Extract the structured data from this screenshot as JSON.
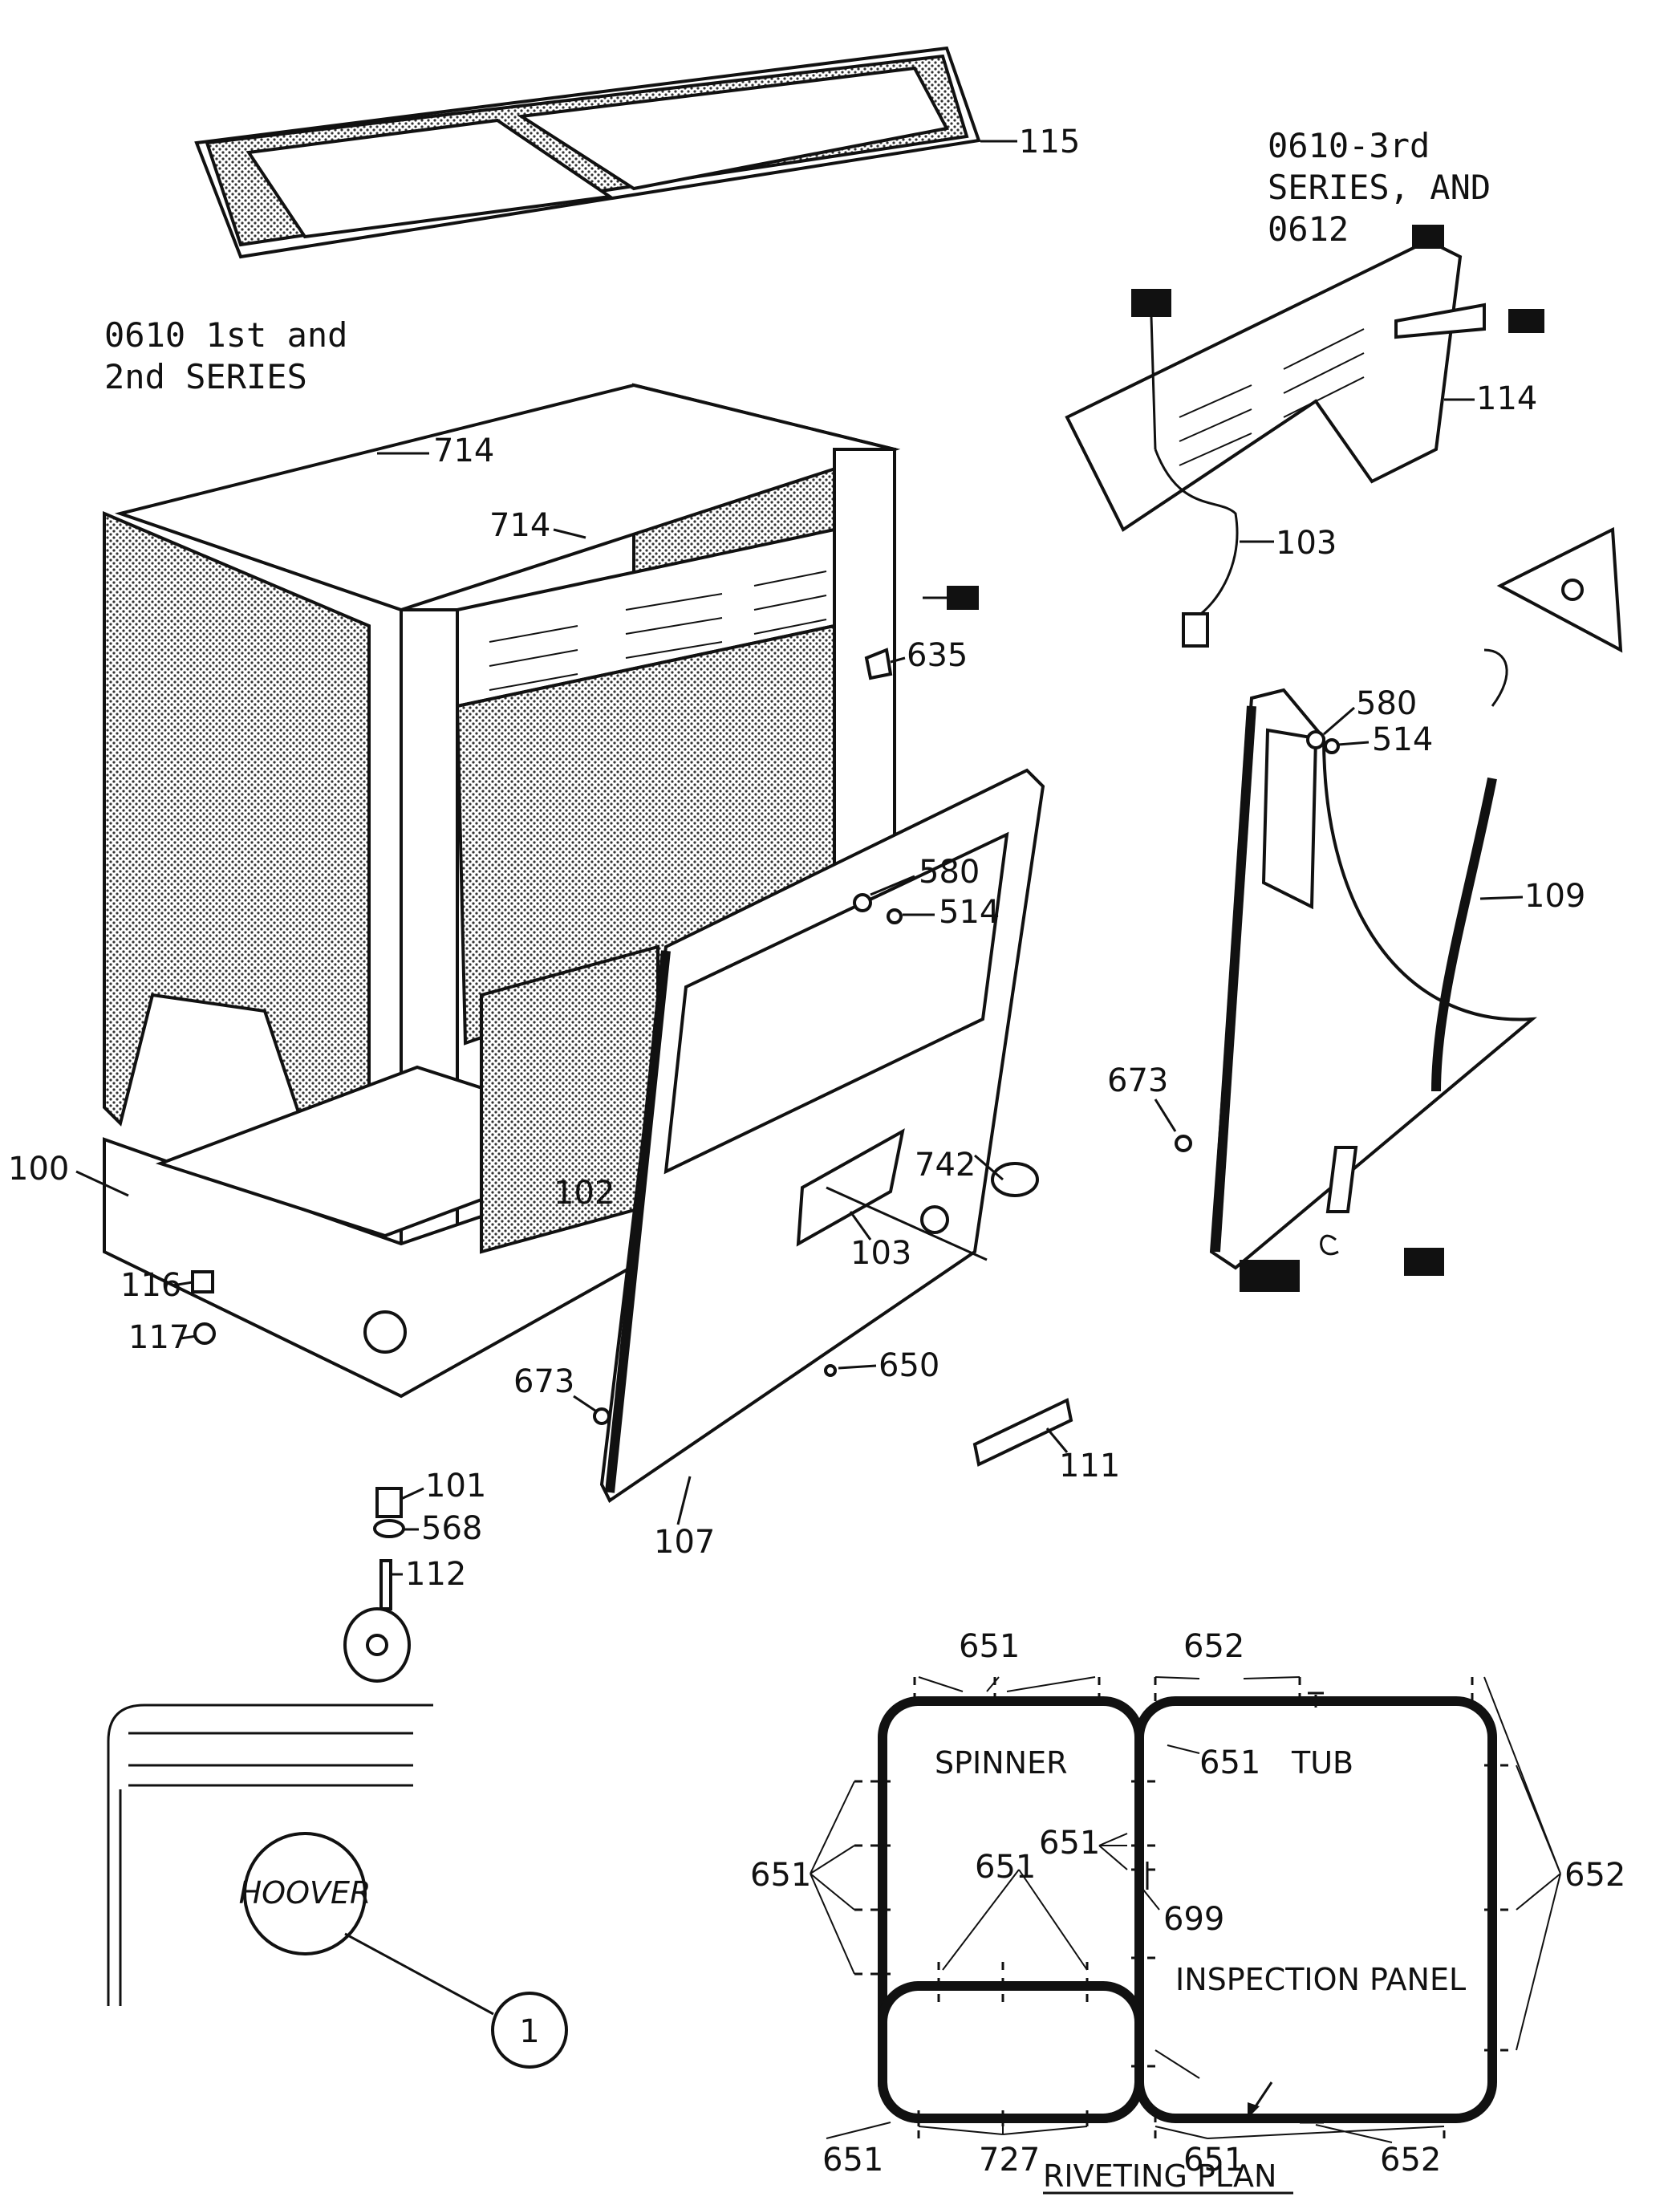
{
  "headings": {
    "series_12": [
      "0610 1st and",
      "2nd SERIES"
    ],
    "series_3": [
      "0610-3rd",
      "SERIES, AND",
      "0612"
    ]
  },
  "part_labels": {
    "p115": "115",
    "p714a": "714",
    "p714b": "714",
    "p635": "635",
    "p114": "114",
    "p103a": "103",
    "p580a": "580",
    "p514a": "514",
    "p580b": "580",
    "p514b": "514",
    "p109": "109",
    "p100": "100",
    "p102": "102",
    "p742": "742",
    "p103b": "103",
    "p116": "116",
    "p117": "117",
    "p673a": "673",
    "p650": "650",
    "p673b": "673",
    "p111": "111",
    "p101": "101",
    "p568": "568",
    "p112": "112",
    "p107": "107",
    "p1": "1",
    "logo": "HOOVER"
  },
  "riveting_plan": {
    "title": "RIVETING PLAN",
    "spinner": "SPINNER",
    "tub": "TUB",
    "inspection": "INSPECTION PANEL",
    "r651_top": "651",
    "r652_top": "652",
    "r651_mid": "651",
    "r651_center": "651",
    "r699": "699",
    "r651_left": "651",
    "r651_low": "651",
    "r652_right": "652",
    "r651_bl": "651",
    "r727": "727",
    "r651_bc": "651",
    "r652_br": "652"
  }
}
